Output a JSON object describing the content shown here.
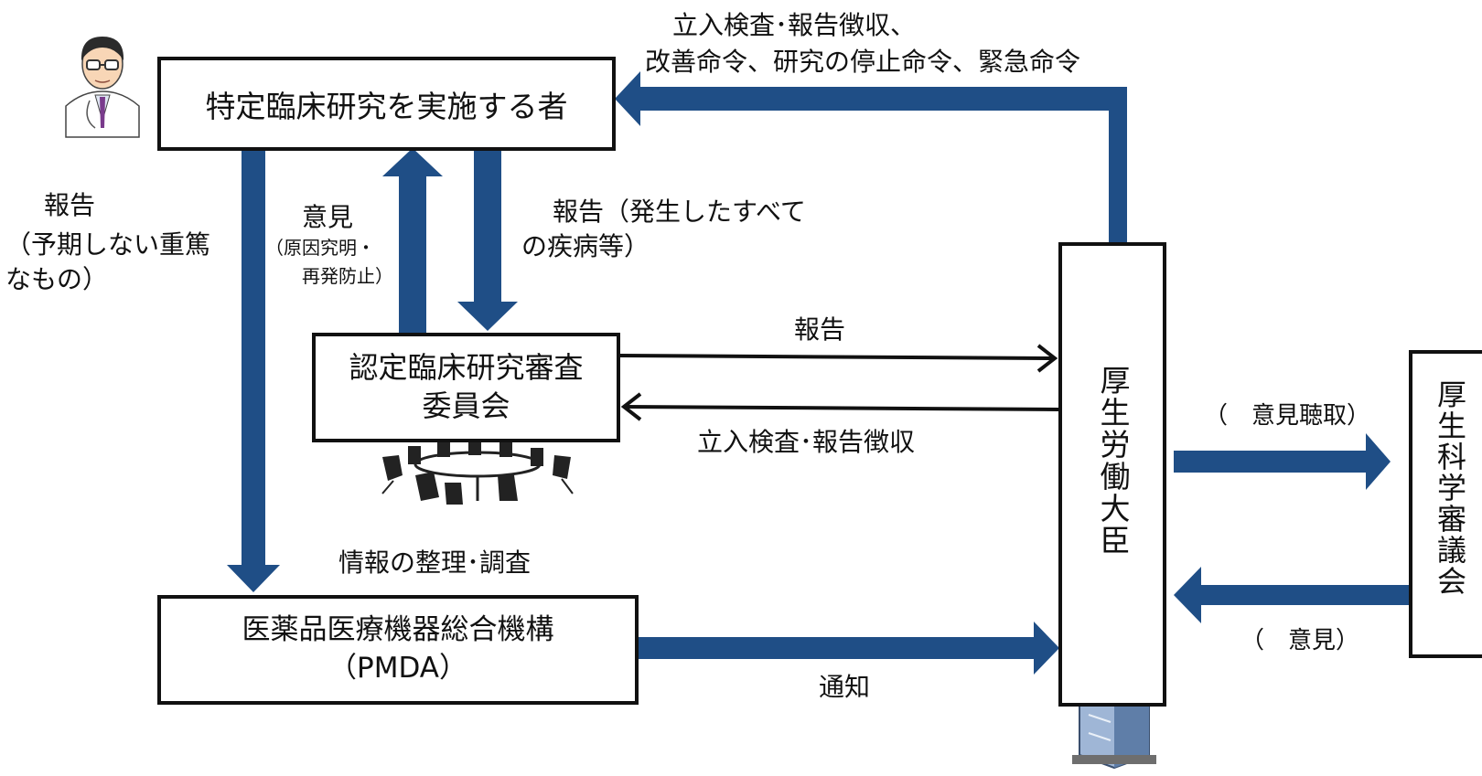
{
  "boxes": {
    "researcher": "特定臨床研究を実施する者",
    "committee": "認定臨床研究審査委員会",
    "pmda_line1": "医薬品医療機器総合機構",
    "pmda_line2": "（PMDA）",
    "minister": "厚生労働大臣",
    "council": "厚生科学審議会"
  },
  "labels": {
    "top_line1": "立入検査･報告徴収、",
    "top_line2": "改善命令、研究の停止命令、緊急命令",
    "report_serious_1": "報告",
    "report_serious_2": "（予期しない重篤",
    "report_serious_3": "なもの）",
    "opinion_title": "意見",
    "opinion_sub1": "（原因究明・",
    "opinion_sub2": "再発防止）",
    "report_all_1": "報告（発生したすべて",
    "report_all_2": "の疾病等）",
    "report_to_minister": "報告",
    "inspection": "立入検査･報告徴収",
    "info_survey": "情報の整理･調査",
    "notification": "通知",
    "hearing": "（　意見聴取）",
    "opinion_back": "（　意見）"
  },
  "colors": {
    "arrow_blue": "#1f4e86",
    "line": "#111111"
  }
}
